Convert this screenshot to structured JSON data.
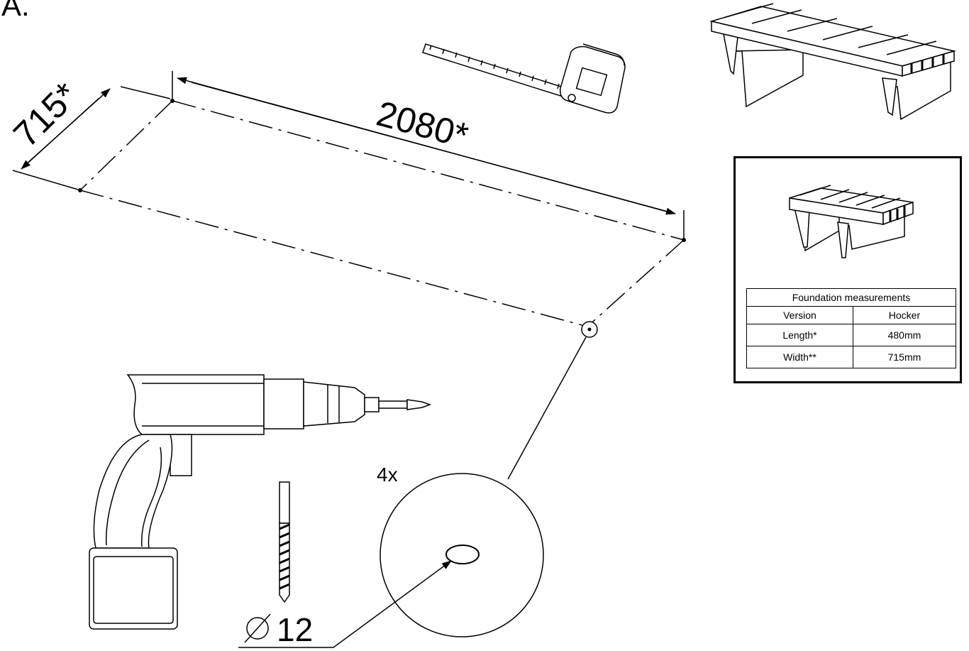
{
  "step_label": "A.",
  "dimensions": {
    "length": "2080*",
    "width": "715*"
  },
  "hole": {
    "count": "4x",
    "diameter": "12"
  },
  "table": {
    "title": "Foundation measurements",
    "rows": [
      {
        "label": "Version",
        "value": "Hocker"
      },
      {
        "label": "Length*",
        "value": "480mm"
      },
      {
        "label": "Width**",
        "value": "715mm"
      }
    ]
  },
  "icons": [
    "tape-measure-icon",
    "drill-icon",
    "drill-bit-icon",
    "bench-icon",
    "diameter-symbol-icon"
  ],
  "colors": {
    "line": "#000000",
    "background": "#ffffff"
  }
}
